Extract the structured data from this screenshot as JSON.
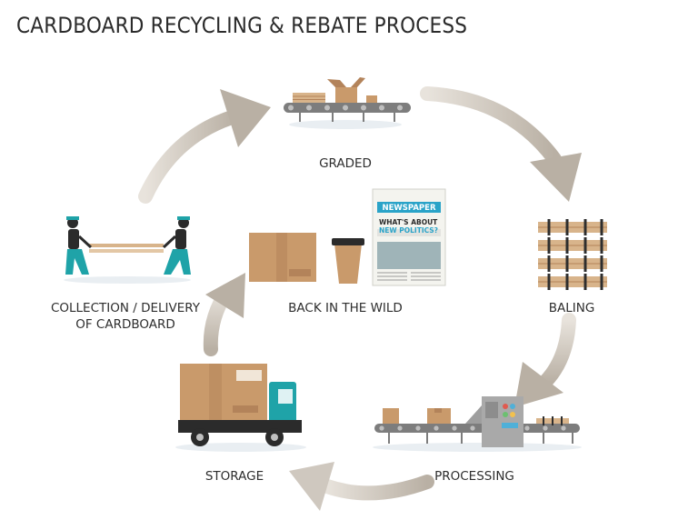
{
  "title": "CARDBOARD RECYCLING & REBATE PROCESS",
  "stages": {
    "graded": "GRADED",
    "baling": "BALING",
    "processing": "PROCESSING",
    "storage": "STORAGE",
    "collection_line1": "COLLECTION / DELIVERY",
    "collection_line2": "OF CARDBOARD",
    "back_in_the_wild": "BACK IN THE WILD"
  },
  "newspaper": {
    "masthead": "NEWSPAPER",
    "headline_line1": "WHAT'S ABOUT",
    "headline_line2": "NEW POLITICS?"
  },
  "colors": {
    "arrow": "#cfc8bf",
    "cardboard": "#c99a6b",
    "cardboard_dark": "#b3835a",
    "truck_cab": "#1fa3a8",
    "worker_pants": "#1fa3a8",
    "conveyor": "#7d7d7d"
  }
}
